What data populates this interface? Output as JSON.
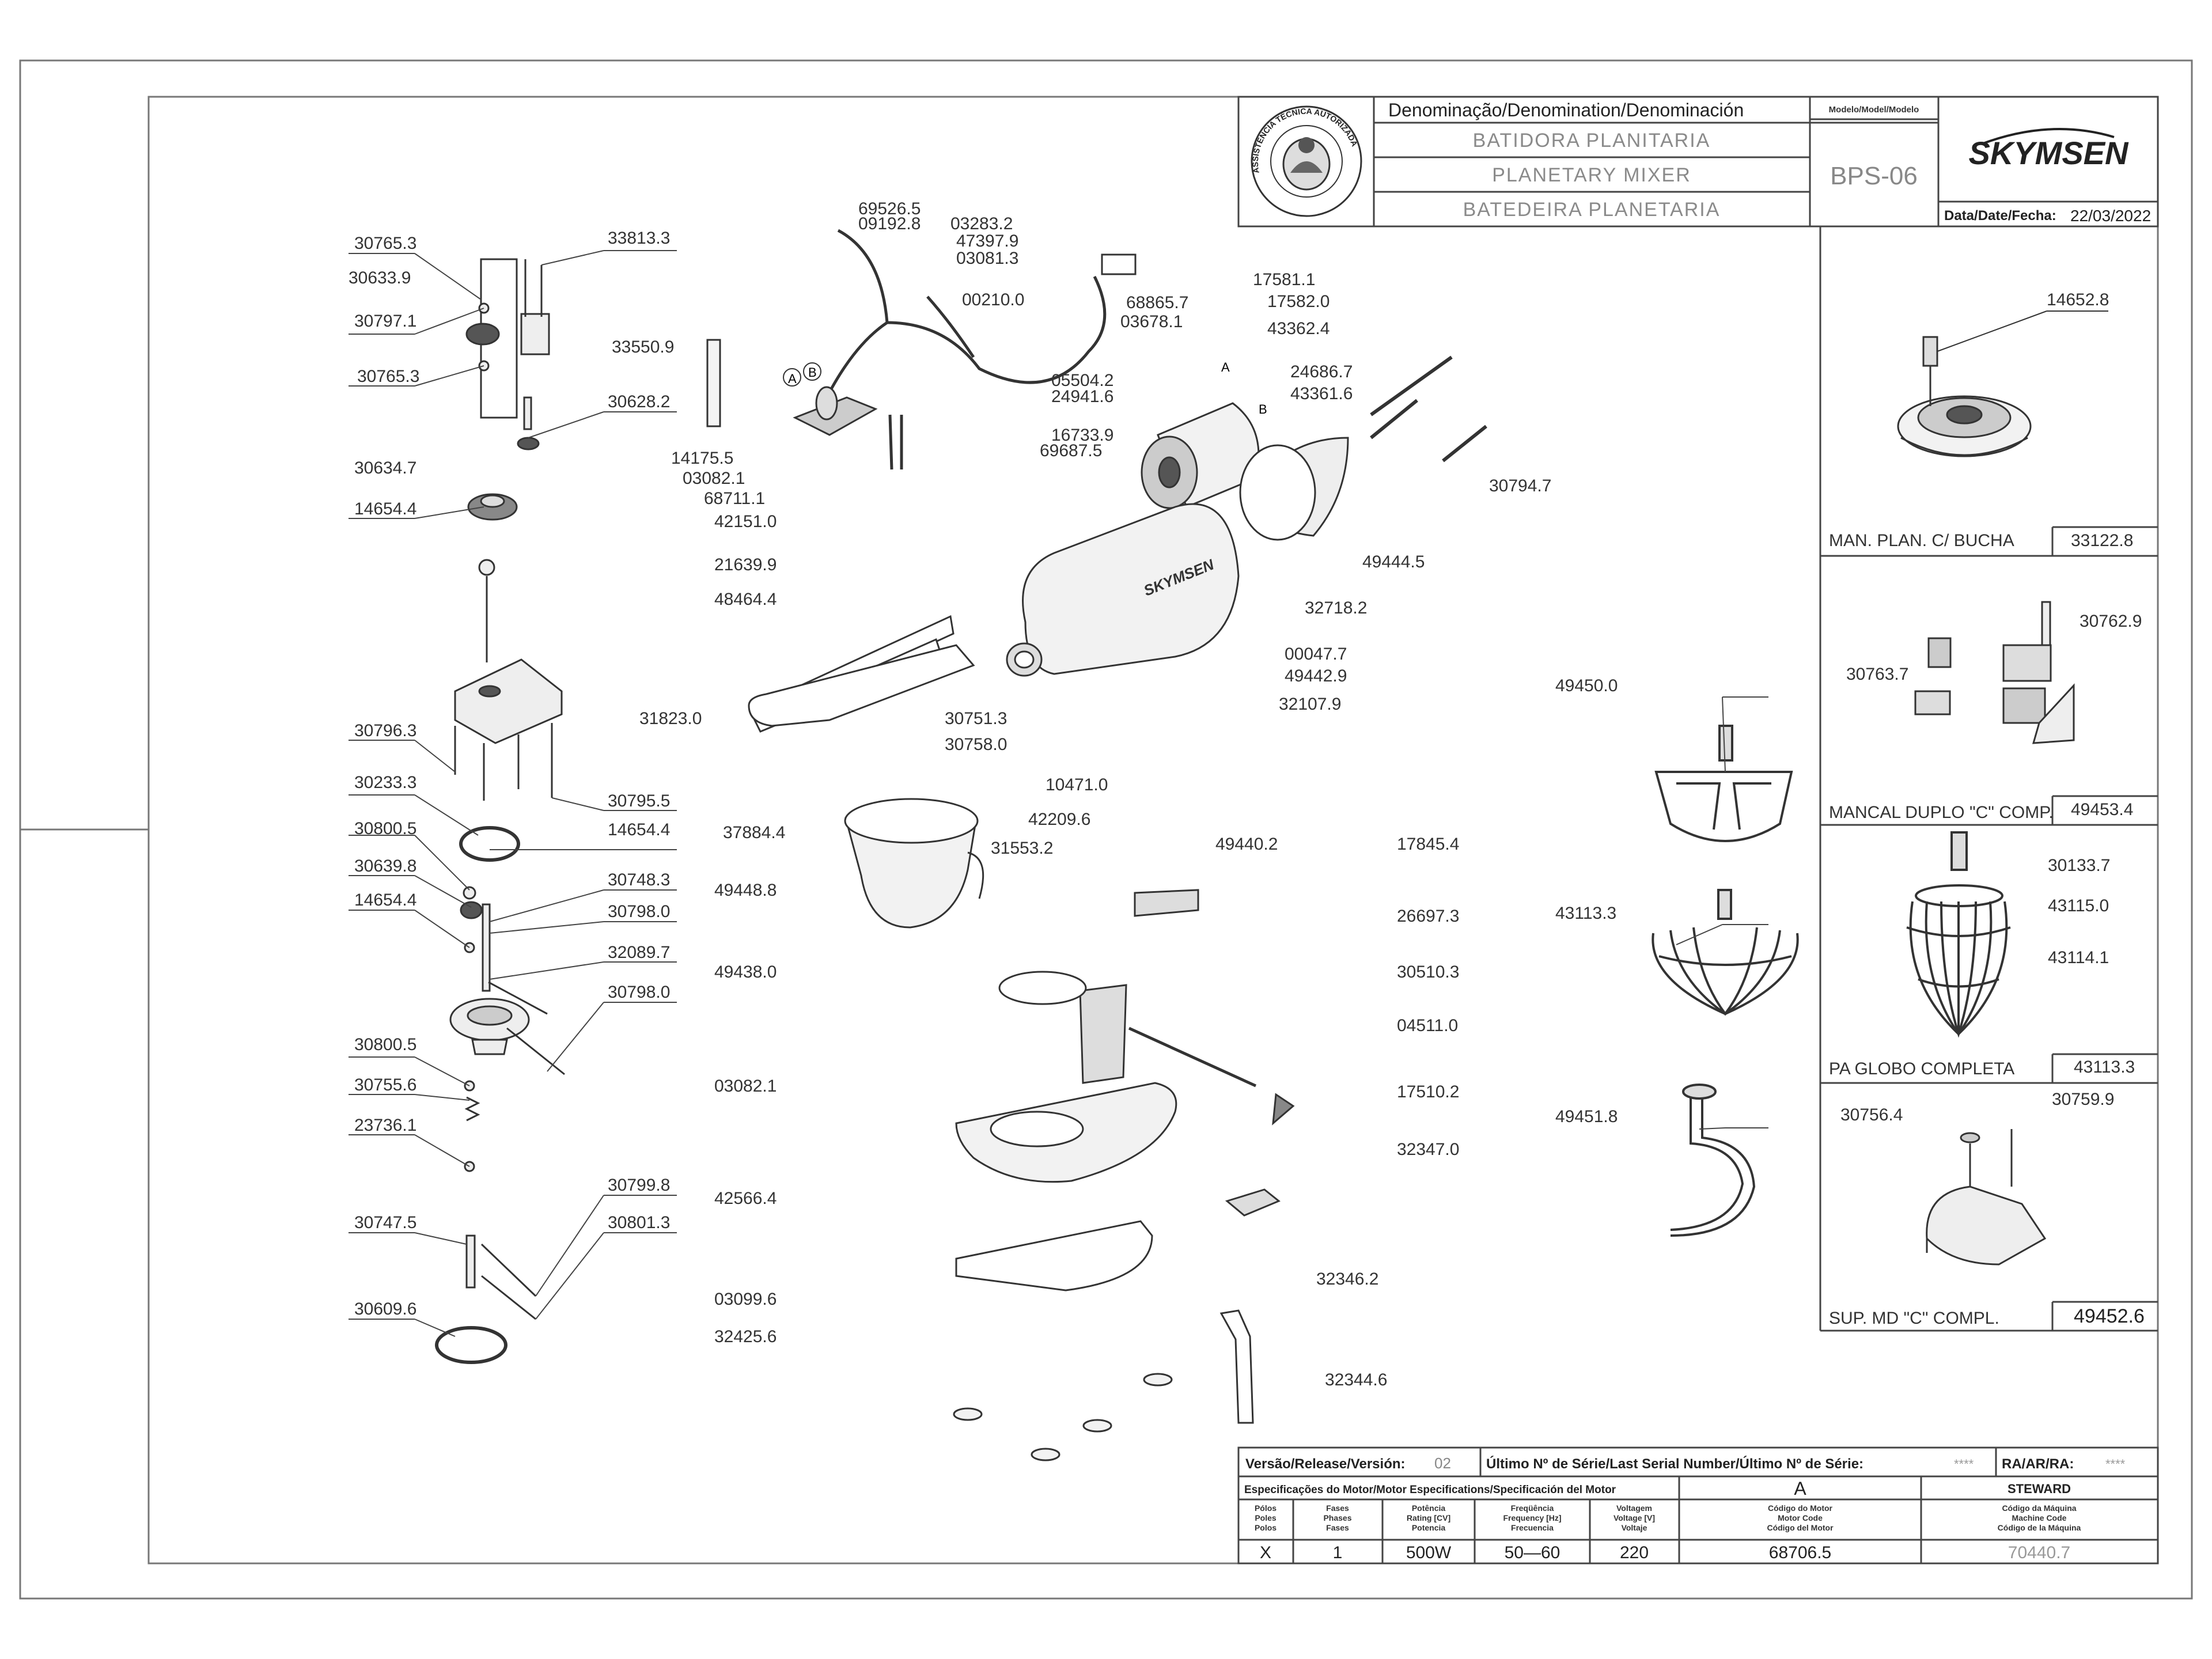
{
  "title_block": {
    "header": "Denominação/Denomination/Denominación",
    "names": [
      "BATIDORA PLANITARIA",
      "PLANETARY MIXER",
      "BATEDEIRA PLANETARIA"
    ],
    "model_header": "Modelo/Model/Modelo",
    "model": "BPS-06",
    "brand": "SKYMSEN",
    "date_label": "Data/Date/Fecha:",
    "date": "22/03/2022",
    "seal_text": "ASSISTÊNCIA TÉCNICA AUTORIZADA"
  },
  "release_block": {
    "version_label": "Versão/Release/Versión:",
    "version": "02",
    "serial_label": "Último Nº de Série/Last Serial Number/Último Nº de Série:",
    "serial": "****",
    "ra_label": "RA/AR/RA:",
    "ra": "****",
    "motor_spec_label": "Especificações do Motor/Motor Especifications/Specificación del Motor",
    "motor_letter": "A",
    "motor_brand": "STEWARD",
    "col_headers": [
      [
        "Pólos",
        "Poles",
        "Polos"
      ],
      [
        "Fases",
        "Phases",
        "Fases"
      ],
      [
        "Potência",
        "Rating [CV]",
        "Potencia"
      ],
      [
        "Freqüência",
        "Frequency [Hz]",
        "Frecuencia"
      ],
      [
        "Voltagem",
        "Voltage [V]",
        "Voltaje"
      ],
      [
        "Código do Motor",
        "Motor Code",
        "Código del Motor"
      ],
      [
        "Código da Máquina",
        "Machine Code",
        "Código de la Máquina"
      ]
    ],
    "values": [
      "X",
      "1",
      "500W",
      "50—60",
      "220",
      "68706.5",
      "70440.7"
    ]
  },
  "side_panels": [
    {
      "name": "MAN. PLAN. C/ BUCHA",
      "code": "33122.8",
      "parts": [
        "14652.8"
      ]
    },
    {
      "name": "MANCAL DUPLO \"C\" COMP.",
      "code": "49453.4",
      "parts": [
        "30762.9",
        "30763.7"
      ]
    },
    {
      "name": "PA GLOBO COMPLETA",
      "code": "43113.3",
      "parts": [
        "30133.7",
        "43115.0",
        "43114.1"
      ]
    },
    {
      "name": "SUP. MD \"C\" COMPL.",
      "code": "49452.6",
      "parts": [
        "30756.4",
        "30759.9"
      ]
    }
  ],
  "parts_left": [
    "30765.3",
    "33813.3",
    "30633.9",
    "30797.1",
    "30765.3",
    "30628.2",
    "33550.9",
    "30634.7",
    "14654.4",
    "30796.3",
    "30795.5",
    "30233.3",
    "14654.4",
    "30800.5",
    "30639.8",
    "30748.3",
    "30798.0",
    "14654.4",
    "32089.7",
    "30798.0",
    "30800.5",
    "30755.6",
    "23736.1",
    "30799.8",
    "30801.3",
    "30747.5",
    "30609.6"
  ],
  "parts_center": [
    "69526.5",
    "09192.8",
    "03283.2",
    "47397.9",
    "03081.3",
    "00210.0",
    "68865.7",
    "03678.1",
    "17581.1",
    "17582.0",
    "43362.4",
    "24686.7",
    "43361.6",
    "05504.2",
    "24941.6",
    "16733.9",
    "69687.5",
    "14175.5",
    "03082.1",
    "68711.1",
    "42151.0",
    "21639.9",
    "48464.4",
    "30794.7",
    "49444.5",
    "32718.2",
    "00047.7",
    "49442.9",
    "32107.9",
    "31823.0",
    "30751.3",
    "30758.0",
    "10471.0",
    "42209.6",
    "37884.4",
    "31553.2",
    "49440.2",
    "17845.4",
    "49448.8",
    "26697.3",
    "49438.0",
    "30510.3",
    "04511.0",
    "03082.1",
    "17510.2",
    "32347.0",
    "42566.4",
    "32346.2",
    "03099.6",
    "32425.6",
    "32344.6"
  ],
  "parts_tools": [
    "49450.0",
    "43113.3",
    "49451.8"
  ],
  "markers": [
    "A",
    "B",
    "A",
    "B"
  ]
}
